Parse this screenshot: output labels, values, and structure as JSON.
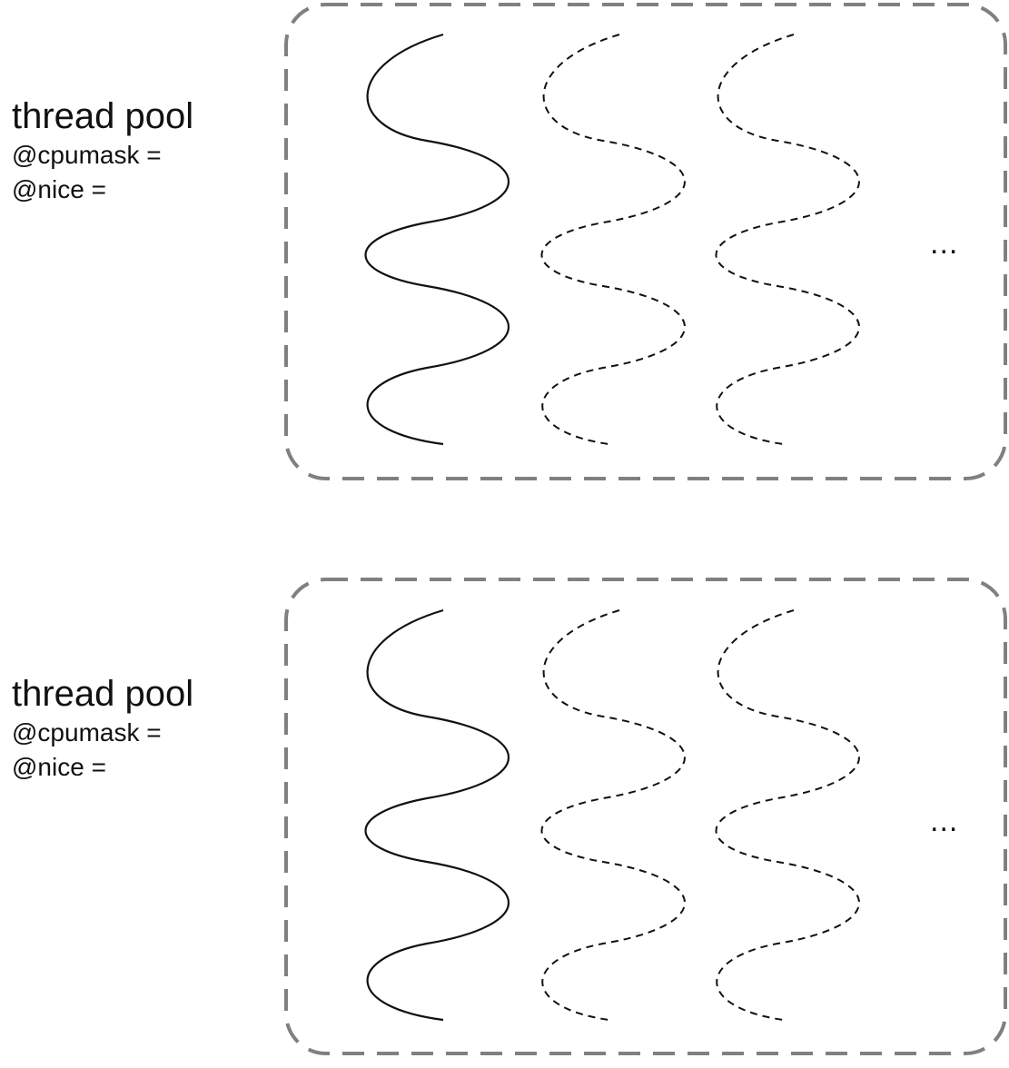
{
  "pools": [
    {
      "title": "thread pool",
      "cpumask_label": "@cpumask =",
      "nice_label": "@nice =",
      "more": "..."
    },
    {
      "title": "thread pool",
      "cpumask_label": "@cpumask =",
      "nice_label": "@nice =",
      "more": "..."
    }
  ],
  "colors": {
    "container_border": "#808080",
    "thread_stroke": "#111111"
  }
}
